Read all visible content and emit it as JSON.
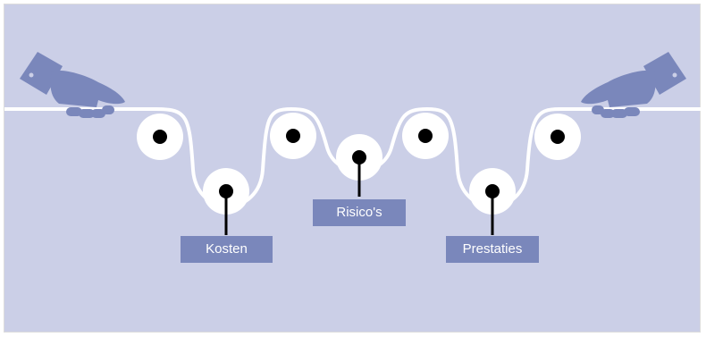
{
  "labels": {
    "costs": "Kosten",
    "risks": "Risico's",
    "performance": "Prestaties"
  },
  "colors": {
    "background": "#cbcfe7",
    "tape": "#ffffff",
    "hub": "#000000",
    "label_box": "#7a87bb",
    "hand": "#7a87bb"
  },
  "icons": {
    "left_hand": "hand-pulling-icon",
    "right_hand": "hand-pulling-icon"
  }
}
